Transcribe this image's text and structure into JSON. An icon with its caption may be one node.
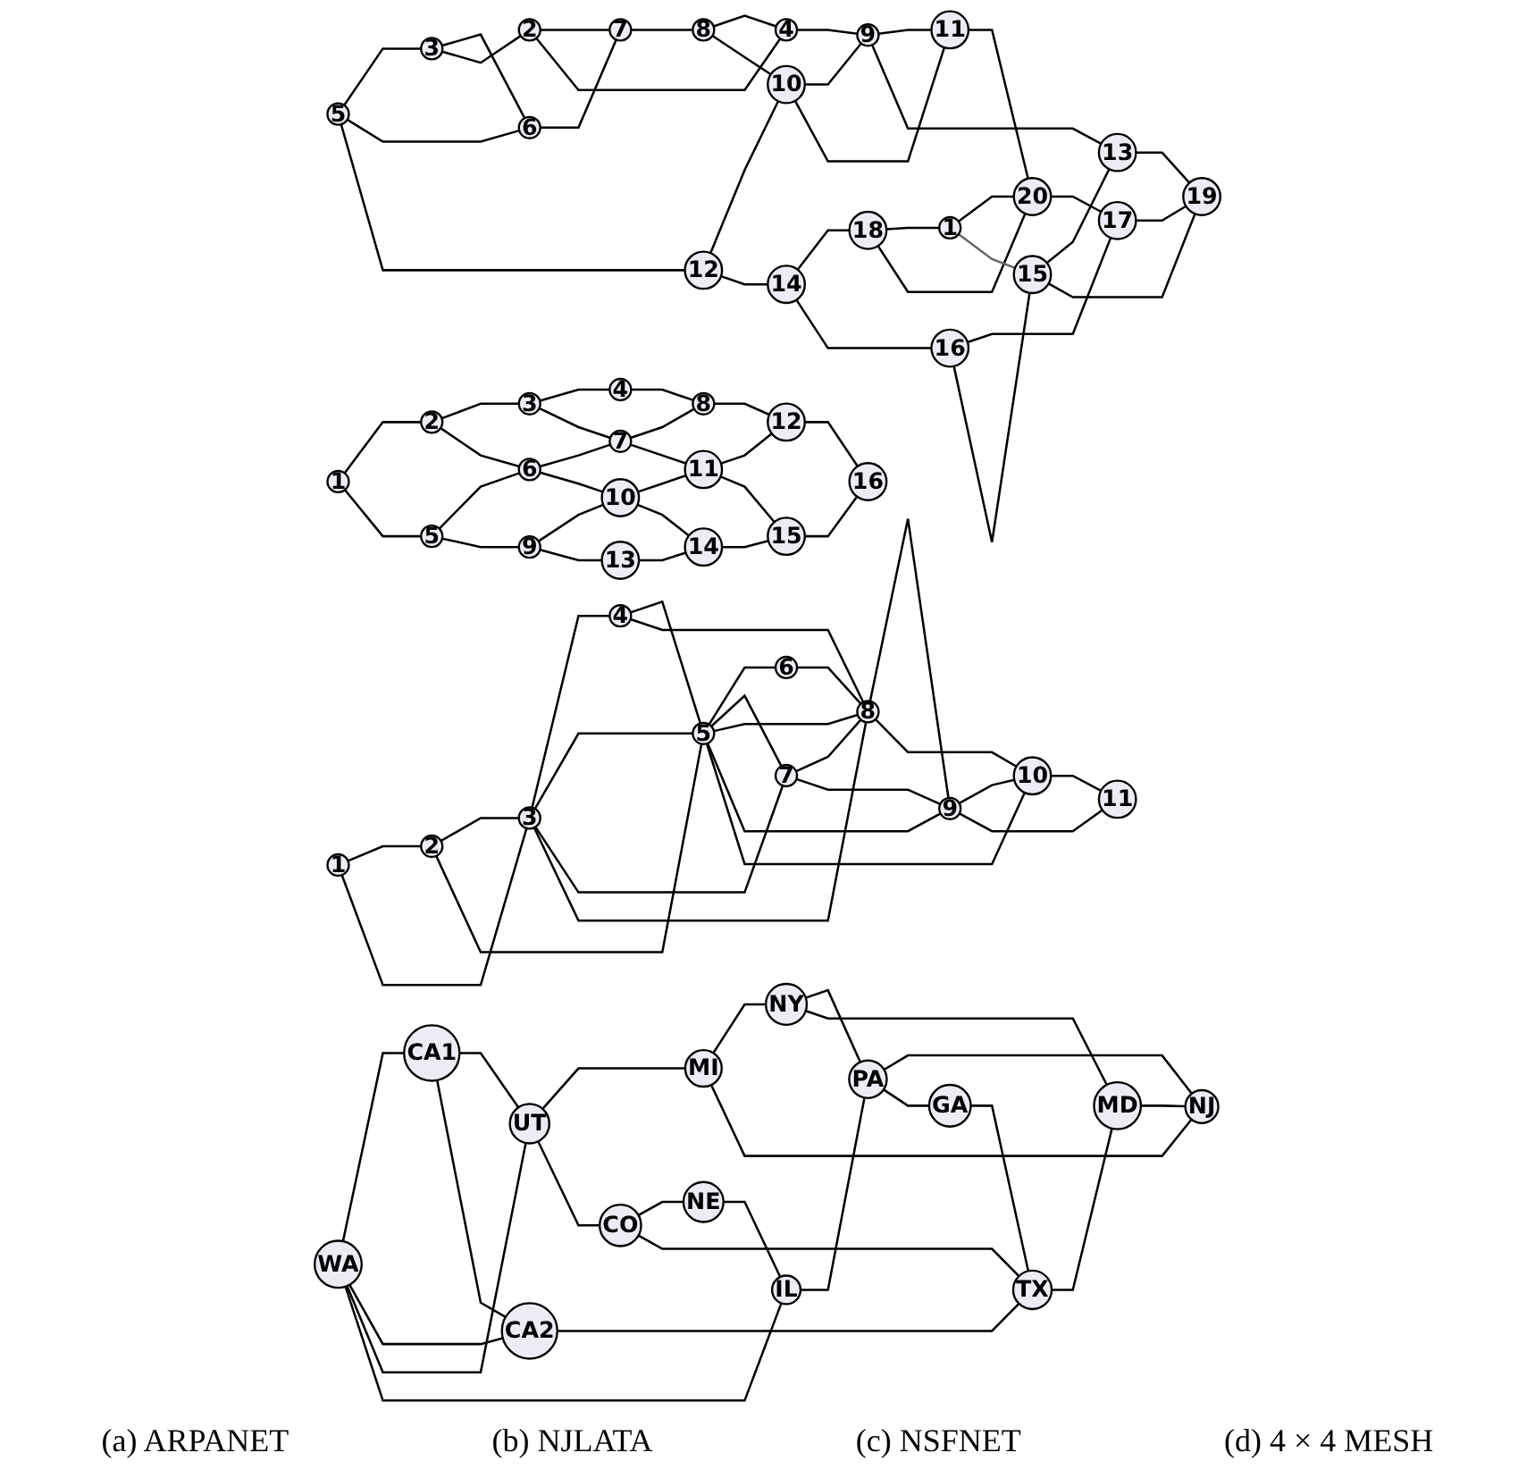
{
  "diagram": {
    "nodes": [
      {
        "text": [
          "1"
        ]
      },
      {
        "text": [
          "2"
        ]
      },
      {
        "text": [
          "3"
        ]
      },
      {
        "text": [
          "4"
        ]
      },
      {
        "text": [
          "5"
        ]
      },
      {
        "text": [
          "6"
        ]
      },
      {
        "text": [
          "7"
        ]
      },
      {
        "text": [
          "8"
        ]
      },
      {
        "text": [
          "9"
        ]
      },
      {
        "text": [
          "10"
        ]
      },
      {
        "text": [
          "11"
        ]
      },
      {
        "text": [
          "12"
        ]
      },
      {
        "text": [
          "13"
        ]
      },
      {
        "text": [
          "14"
        ]
      },
      {
        "text": [
          "15"
        ]
      },
      {
        "text": [
          "16"
        ]
      },
      {
        "text": [
          "17"
        ]
      },
      {
        "text": [
          "18"
        ]
      },
      {
        "text": [
          "19"
        ]
      },
      {
        "text": [
          "20"
        ]
      },
      {
        "text": [
          "1"
        ]
      },
      {
        "text": [
          "2"
        ]
      },
      {
        "text": [
          "3"
        ]
      },
      {
        "text": [
          "4"
        ]
      },
      {
        "text": [
          "5"
        ]
      },
      {
        "text": [
          "6"
        ]
      },
      {
        "text": [
          "7"
        ]
      },
      {
        "text": [
          "8"
        ]
      },
      {
        "text": [
          "9"
        ]
      },
      {
        "text": [
          "10"
        ]
      },
      {
        "text": [
          "11"
        ]
      },
      {
        "text": [
          "WA"
        ]
      },
      {
        "text": [
          "MI"
        ]
      },
      {
        "text": [
          "NY"
        ]
      },
      {
        "text": [
          "NE"
        ]
      },
      {
        "text": [
          "IL"
        ]
      },
      {
        "text": [
          "PA"
        ]
      },
      {
        "text": [
          "NJ"
        ]
      },
      {
        "text": [
          "CA1"
        ]
      },
      {
        "text": [
          "UT"
        ]
      },
      {
        "text": [
          "CO"
        ]
      },
      {
        "text": [
          "MD"
        ]
      },
      {
        "text": [
          "GA"
        ]
      },
      {
        "text": [
          "CA2"
        ]
      },
      {
        "text": [
          "TX"
        ]
      },
      {
        "text": [
          "1"
        ]
      },
      {
        "text": [
          "2"
        ]
      },
      {
        "text": [
          "3"
        ]
      },
      {
        "text": [
          "4"
        ]
      },
      {
        "text": [
          "5"
        ]
      },
      {
        "text": [
          "6"
        ]
      },
      {
        "text": [
          "7"
        ]
      },
      {
        "text": [
          "8"
        ]
      },
      {
        "text": [
          "9"
        ]
      },
      {
        "text": [
          "10"
        ]
      },
      {
        "text": [
          "11"
        ]
      },
      {
        "text": [
          "12"
        ]
      },
      {
        "text": [
          "13"
        ]
      },
      {
        "text": [
          "14"
        ]
      },
      {
        "text": [
          "15"
        ]
      },
      {
        "text": [
          "16"
        ]
      }
    ],
    "edges": [
      {
        "from": 4,
        "to": 2,
        "arrow": "none"
      },
      {
        "from": 4,
        "to": 5,
        "arrow": "none"
      },
      {
        "from": 2,
        "to": 5,
        "arrow": "none"
      },
      {
        "from": 2,
        "to": 1,
        "arrow": "none"
      },
      {
        "from": 5,
        "to": 6,
        "arrow": "none"
      },
      {
        "from": 1,
        "to": 6,
        "arrow": "none"
      },
      {
        "from": 1,
        "to": 3,
        "arrow": "none"
      },
      {
        "from": 6,
        "to": 7,
        "arrow": "none"
      },
      {
        "from": 7,
        "to": 3,
        "arrow": "none"
      },
      {
        "from": 7,
        "to": 9,
        "arrow": "none"
      },
      {
        "from": 4,
        "to": 11,
        "arrow": "none"
      },
      {
        "from": 11,
        "to": 9,
        "arrow": "none"
      },
      {
        "from": 11,
        "to": 13,
        "arrow": "none"
      },
      {
        "from": 9,
        "to": 8,
        "arrow": "none"
      },
      {
        "from": 9,
        "to": 10,
        "arrow": "none"
      },
      {
        "from": 3,
        "to": 8,
        "arrow": "none"
      },
      {
        "from": 8,
        "to": 10,
        "arrow": "none"
      },
      {
        "from": 8,
        "to": 12,
        "arrow": "none"
      },
      {
        "from": 10,
        "to": 19,
        "arrow": "none"
      },
      {
        "from": 13,
        "to": 17,
        "arrow": "none"
      },
      {
        "from": 13,
        "to": 15,
        "arrow": "none"
      },
      {
        "from": 17,
        "to": 0,
        "arrow": "none"
      },
      {
        "from": 17,
        "to": 19,
        "arrow": "none"
      },
      {
        "from": 0,
        "to": 19,
        "arrow": "none"
      },
      {
        "from": 0,
        "to": 14,
        "arrow": "none",
        "color": "#666666"
      },
      {
        "from": 19,
        "to": 16,
        "arrow": "none"
      },
      {
        "from": 15,
        "to": 16,
        "arrow": "none"
      },
      {
        "from": 15,
        "to": 14,
        "arrow": "none"
      },
      {
        "from": 14,
        "to": 12,
        "arrow": "none"
      },
      {
        "from": 14,
        "to": 18,
        "arrow": "none"
      },
      {
        "from": 16,
        "to": 18,
        "arrow": "none"
      },
      {
        "from": 12,
        "to": 18,
        "arrow": "none"
      },
      {
        "from": 20,
        "to": 21,
        "arrow": "none"
      },
      {
        "from": 20,
        "to": 22,
        "arrow": "none"
      },
      {
        "from": 21,
        "to": 22,
        "arrow": "none"
      },
      {
        "from": 21,
        "to": 24,
        "arrow": "none"
      },
      {
        "from": 22,
        "to": 23,
        "arrow": "none"
      },
      {
        "from": 22,
        "to": 24,
        "arrow": "none"
      },
      {
        "from": 22,
        "to": 26,
        "arrow": "none"
      },
      {
        "from": 22,
        "to": 27,
        "arrow": "none"
      },
      {
        "from": 23,
        "to": 24,
        "arrow": "none"
      },
      {
        "from": 23,
        "to": 27,
        "arrow": "none"
      },
      {
        "from": 24,
        "to": 25,
        "arrow": "none"
      },
      {
        "from": 24,
        "to": 26,
        "arrow": "none"
      },
      {
        "from": 24,
        "to": 27,
        "arrow": "none"
      },
      {
        "from": 24,
        "to": 28,
        "arrow": "none"
      },
      {
        "from": 24,
        "to": 29,
        "arrow": "none"
      },
      {
        "from": 25,
        "to": 27,
        "arrow": "none"
      },
      {
        "from": 26,
        "to": 27,
        "arrow": "none"
      },
      {
        "from": 26,
        "to": 28,
        "arrow": "none"
      },
      {
        "from": 27,
        "to": 28,
        "arrow": "none"
      },
      {
        "from": 27,
        "to": 29,
        "arrow": "none"
      },
      {
        "from": 28,
        "to": 29,
        "arrow": "none"
      },
      {
        "from": 28,
        "to": 30,
        "arrow": "none"
      },
      {
        "from": 29,
        "to": 30,
        "arrow": "none"
      },
      {
        "from": 31,
        "to": 38,
        "arrow": "none"
      },
      {
        "from": 31,
        "to": 43,
        "arrow": "none"
      },
      {
        "from": 31,
        "to": 39,
        "arrow": "none"
      },
      {
        "from": 31,
        "to": 35,
        "arrow": "none"
      },
      {
        "from": 38,
        "to": 39,
        "arrow": "none"
      },
      {
        "from": 38,
        "to": 43,
        "arrow": "none"
      },
      {
        "from": 43,
        "to": 44,
        "arrow": "none"
      },
      {
        "from": 39,
        "to": 32,
        "arrow": "none"
      },
      {
        "from": 39,
        "to": 40,
        "arrow": "none"
      },
      {
        "from": 40,
        "to": 34,
        "arrow": "none"
      },
      {
        "from": 40,
        "to": 44,
        "arrow": "none"
      },
      {
        "from": 34,
        "to": 35,
        "arrow": "none"
      },
      {
        "from": 35,
        "to": 36,
        "arrow": "none"
      },
      {
        "from": 32,
        "to": 33,
        "arrow": "none"
      },
      {
        "from": 32,
        "to": 37,
        "arrow": "none"
      },
      {
        "from": 33,
        "to": 36,
        "arrow": "none"
      },
      {
        "from": 33,
        "to": 41,
        "arrow": "none"
      },
      {
        "from": 36,
        "to": 37,
        "arrow": "none"
      },
      {
        "from": 36,
        "to": 42,
        "arrow": "none"
      },
      {
        "from": 42,
        "to": 44,
        "arrow": "none"
      },
      {
        "from": 44,
        "to": 41,
        "arrow": "none"
      },
      {
        "from": 41,
        "to": 37,
        "arrow": "none"
      },
      {
        "from": 45,
        "to": 46,
        "arrow": "none"
      },
      {
        "from": 46,
        "to": 47,
        "arrow": "none"
      },
      {
        "from": 47,
        "to": 48,
        "arrow": "none"
      },
      {
        "from": 49,
        "to": 50,
        "arrow": "none"
      },
      {
        "from": 50,
        "to": 51,
        "arrow": "none"
      },
      {
        "from": 51,
        "to": 52,
        "arrow": "none"
      },
      {
        "from": 53,
        "to": 54,
        "arrow": "none"
      },
      {
        "from": 54,
        "to": 55,
        "arrow": "none"
      },
      {
        "from": 55,
        "to": 56,
        "arrow": "none"
      },
      {
        "from": 57,
        "to": 58,
        "arrow": "none"
      },
      {
        "from": 58,
        "to": 59,
        "arrow": "none"
      },
      {
        "from": 59,
        "to": 60,
        "arrow": "none"
      },
      {
        "from": 45,
        "to": 49,
        "arrow": "none"
      },
      {
        "from": 49,
        "to": 53,
        "arrow": "none"
      },
      {
        "from": 53,
        "to": 57,
        "arrow": "none"
      },
      {
        "from": 46,
        "to": 50,
        "arrow": "none"
      },
      {
        "from": 50,
        "to": 54,
        "arrow": "none"
      },
      {
        "from": 54,
        "to": 58,
        "arrow": "none"
      },
      {
        "from": 47,
        "to": 51,
        "arrow": "none"
      },
      {
        "from": 51,
        "to": 55,
        "arrow": "none"
      },
      {
        "from": 55,
        "to": 59,
        "arrow": "none"
      },
      {
        "from": 48,
        "to": 52,
        "arrow": "none"
      },
      {
        "from": 52,
        "to": 56,
        "arrow": "none"
      },
      {
        "from": 56,
        "to": 60,
        "arrow": "none"
      }
    ],
    "labels": [
      "(a) ARPANET",
      "(b) NJLATA",
      "(c) NSFNET",
      "(d) 4 × 4 MESH"
    ]
  }
}
